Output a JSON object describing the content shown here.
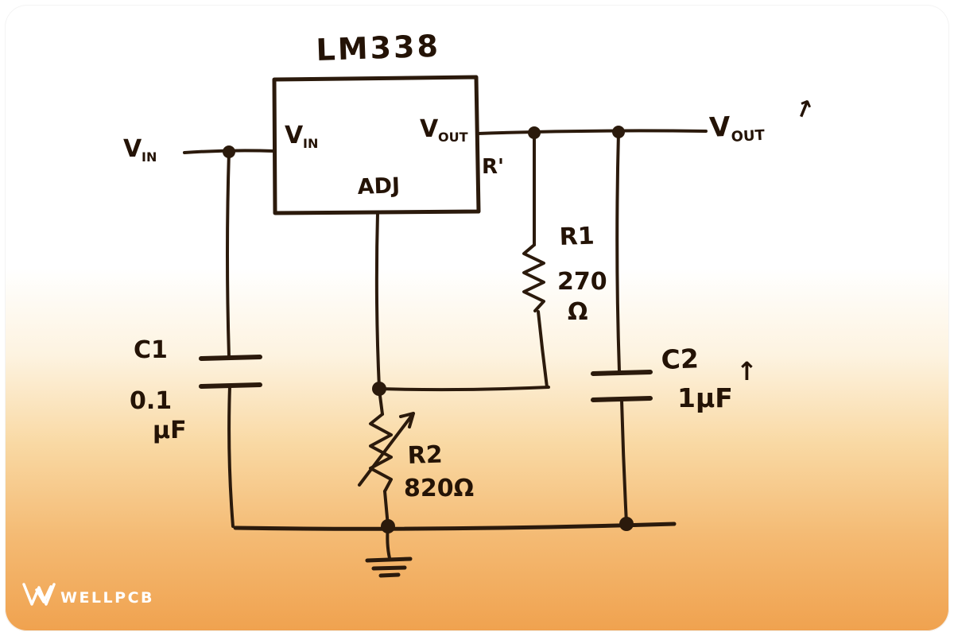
{
  "colors": {
    "ink": "#2b1a0c",
    "gradient_top": "#ffffff",
    "gradient_bottom": "#f0a24f",
    "logo": "#ffffff"
  },
  "diagram": {
    "ic": {
      "title": "LM338",
      "pin_vin_main": "V",
      "pin_vin_sub": "IN",
      "pin_vout_main": "V",
      "pin_vout_sub": "OUT",
      "pin_adj": "ADJ"
    },
    "labels": {
      "input_main": "V",
      "input_sub": "IN",
      "output_main": "V",
      "output_sub": "OUT",
      "output_mark": "↑",
      "vout_pin_mark": "R'"
    },
    "components": {
      "r1_ref": "R1",
      "r1_value": "270",
      "r1_unit": "Ω",
      "r2_ref": "R2",
      "r2_value": "820Ω",
      "c1_ref": "C1",
      "c1_value": "0.1",
      "c1_unit": "µF",
      "c2_ref": "C2",
      "c2_value": "1µF",
      "c2_mark": "↑"
    }
  },
  "branding": {
    "logo_text": "WELLPCB"
  }
}
